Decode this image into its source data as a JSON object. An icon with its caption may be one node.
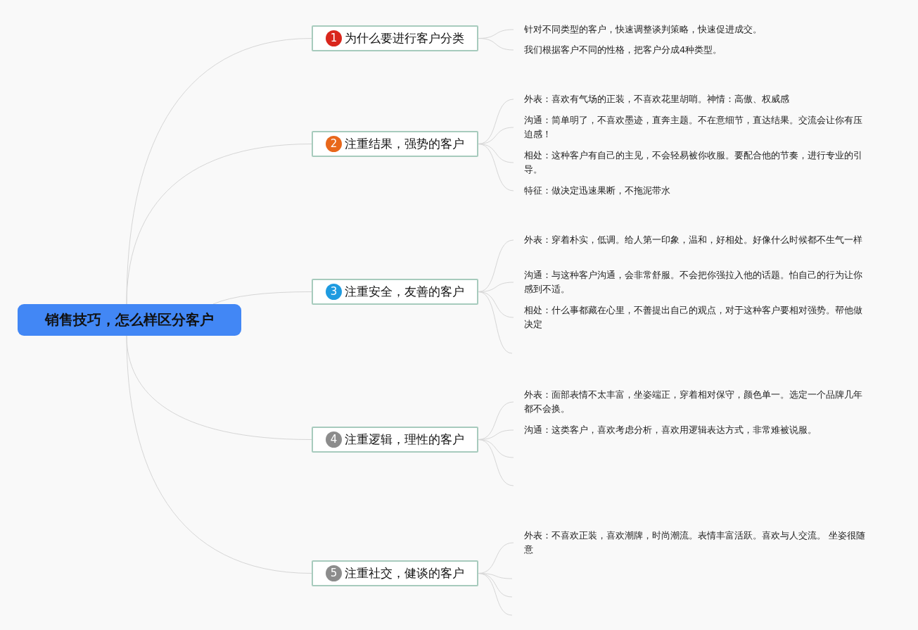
{
  "diagram": {
    "nodes": [
      {
        "text": [
          "销售技巧，怎么样区分客户"
        ]
      },
      {
        "text": [
          "1",
          "为什么要进行客户分类"
        ]
      },
      {
        "text": [
          "针对不同类型的客户，快速调整谈判策略，快速促进成交。"
        ]
      },
      {
        "text": [
          "我们根据客户不同的性格，把客户分成4种类型。"
        ]
      },
      {
        "text": [
          "2",
          "注重结果，强势的客户"
        ]
      },
      {
        "text": [
          "外表：喜欢有气场的正装，不喜欢花里胡哨。神情：高傲、权威感"
        ]
      },
      {
        "text": [
          "沟通：简单明了，不喜欢墨迹，直奔主题。不在意细节，直达结果。交流会让你有压迫感！"
        ]
      },
      {
        "text": [
          "相处：这种客户有自己的主见，不会轻易被你收服。要配合他的节奏，进行专业的引导。"
        ]
      },
      {
        "text": [
          "特征：做决定迅速果断，不拖泥带水"
        ]
      },
      {
        "text": [
          "3",
          "注重安全，友善的客户"
        ]
      },
      {
        "text": [
          "外表：穿着朴实，低调。给人第一印象，温和，好相处。好像什么时候都不生气一样"
        ]
      },
      {
        "text": [
          "沟通：与这种客户沟通，会非常舒服。不会把你强拉入他的话题。怕自己的行为让你感到不适。"
        ]
      },
      {
        "text": [
          "相处：什么事都藏在心里，不善提出自己的观点，对于这种客户要相对强势。帮他做决定"
        ]
      },
      {
        "text": [
          "4",
          "注重逻辑，理性的客户"
        ]
      },
      {
        "text": [
          "外表：面部表情不太丰富，坐姿端正，穿着相对保守，颜色单一。选定一个品牌几年都不会换。"
        ]
      },
      {
        "text": [
          "沟通：这类客户，喜欢考虑分析，喜欢用逻辑表达方式，非常难被说服。"
        ]
      },
      {
        "text": [
          "5",
          "注重社交，健谈的客户"
        ]
      },
      {
        "text": [
          "外表：不喜欢正装，喜欢潮牌，时尚潮流。表情丰富活跃。喜欢与人交流。 坐姿很随意"
        ]
      }
    ],
    "edges": [
      {
        "from": 0,
        "to": 1,
        "arrow": "none"
      },
      {
        "from": 0,
        "to": 4,
        "arrow": "none"
      },
      {
        "from": 0,
        "to": 9,
        "arrow": "none"
      },
      {
        "from": 0,
        "to": 13,
        "arrow": "none"
      },
      {
        "from": 0,
        "to": 16,
        "arrow": "none"
      },
      {
        "from": 1,
        "to": 2,
        "arrow": "none"
      },
      {
        "from": 1,
        "to": 3,
        "arrow": "none"
      },
      {
        "from": 4,
        "to": 5,
        "arrow": "none"
      },
      {
        "from": 4,
        "to": 6,
        "arrow": "none"
      },
      {
        "from": 4,
        "to": 7,
        "arrow": "none"
      },
      {
        "from": 4,
        "to": 8,
        "arrow": "none"
      },
      {
        "from": 9,
        "to": 10,
        "arrow": "none"
      },
      {
        "from": 9,
        "to": 11,
        "arrow": "none"
      },
      {
        "from": 9,
        "to": 12,
        "arrow": "none"
      },
      {
        "from": 9,
        "to": null,
        "arrow": "none"
      },
      {
        "from": 13,
        "to": 14,
        "arrow": "none"
      },
      {
        "from": 13,
        "to": 15,
        "arrow": "none"
      },
      {
        "from": 13,
        "to": null,
        "arrow": "none"
      },
      {
        "from": 13,
        "to": null,
        "arrow": "none"
      },
      {
        "from": 16,
        "to": 17,
        "arrow": "none"
      },
      {
        "from": 16,
        "to": null,
        "arrow": "none"
      },
      {
        "from": 16,
        "to": null,
        "arrow": "none"
      },
      {
        "from": 16,
        "to": null,
        "arrow": "none"
      }
    ]
  }
}
